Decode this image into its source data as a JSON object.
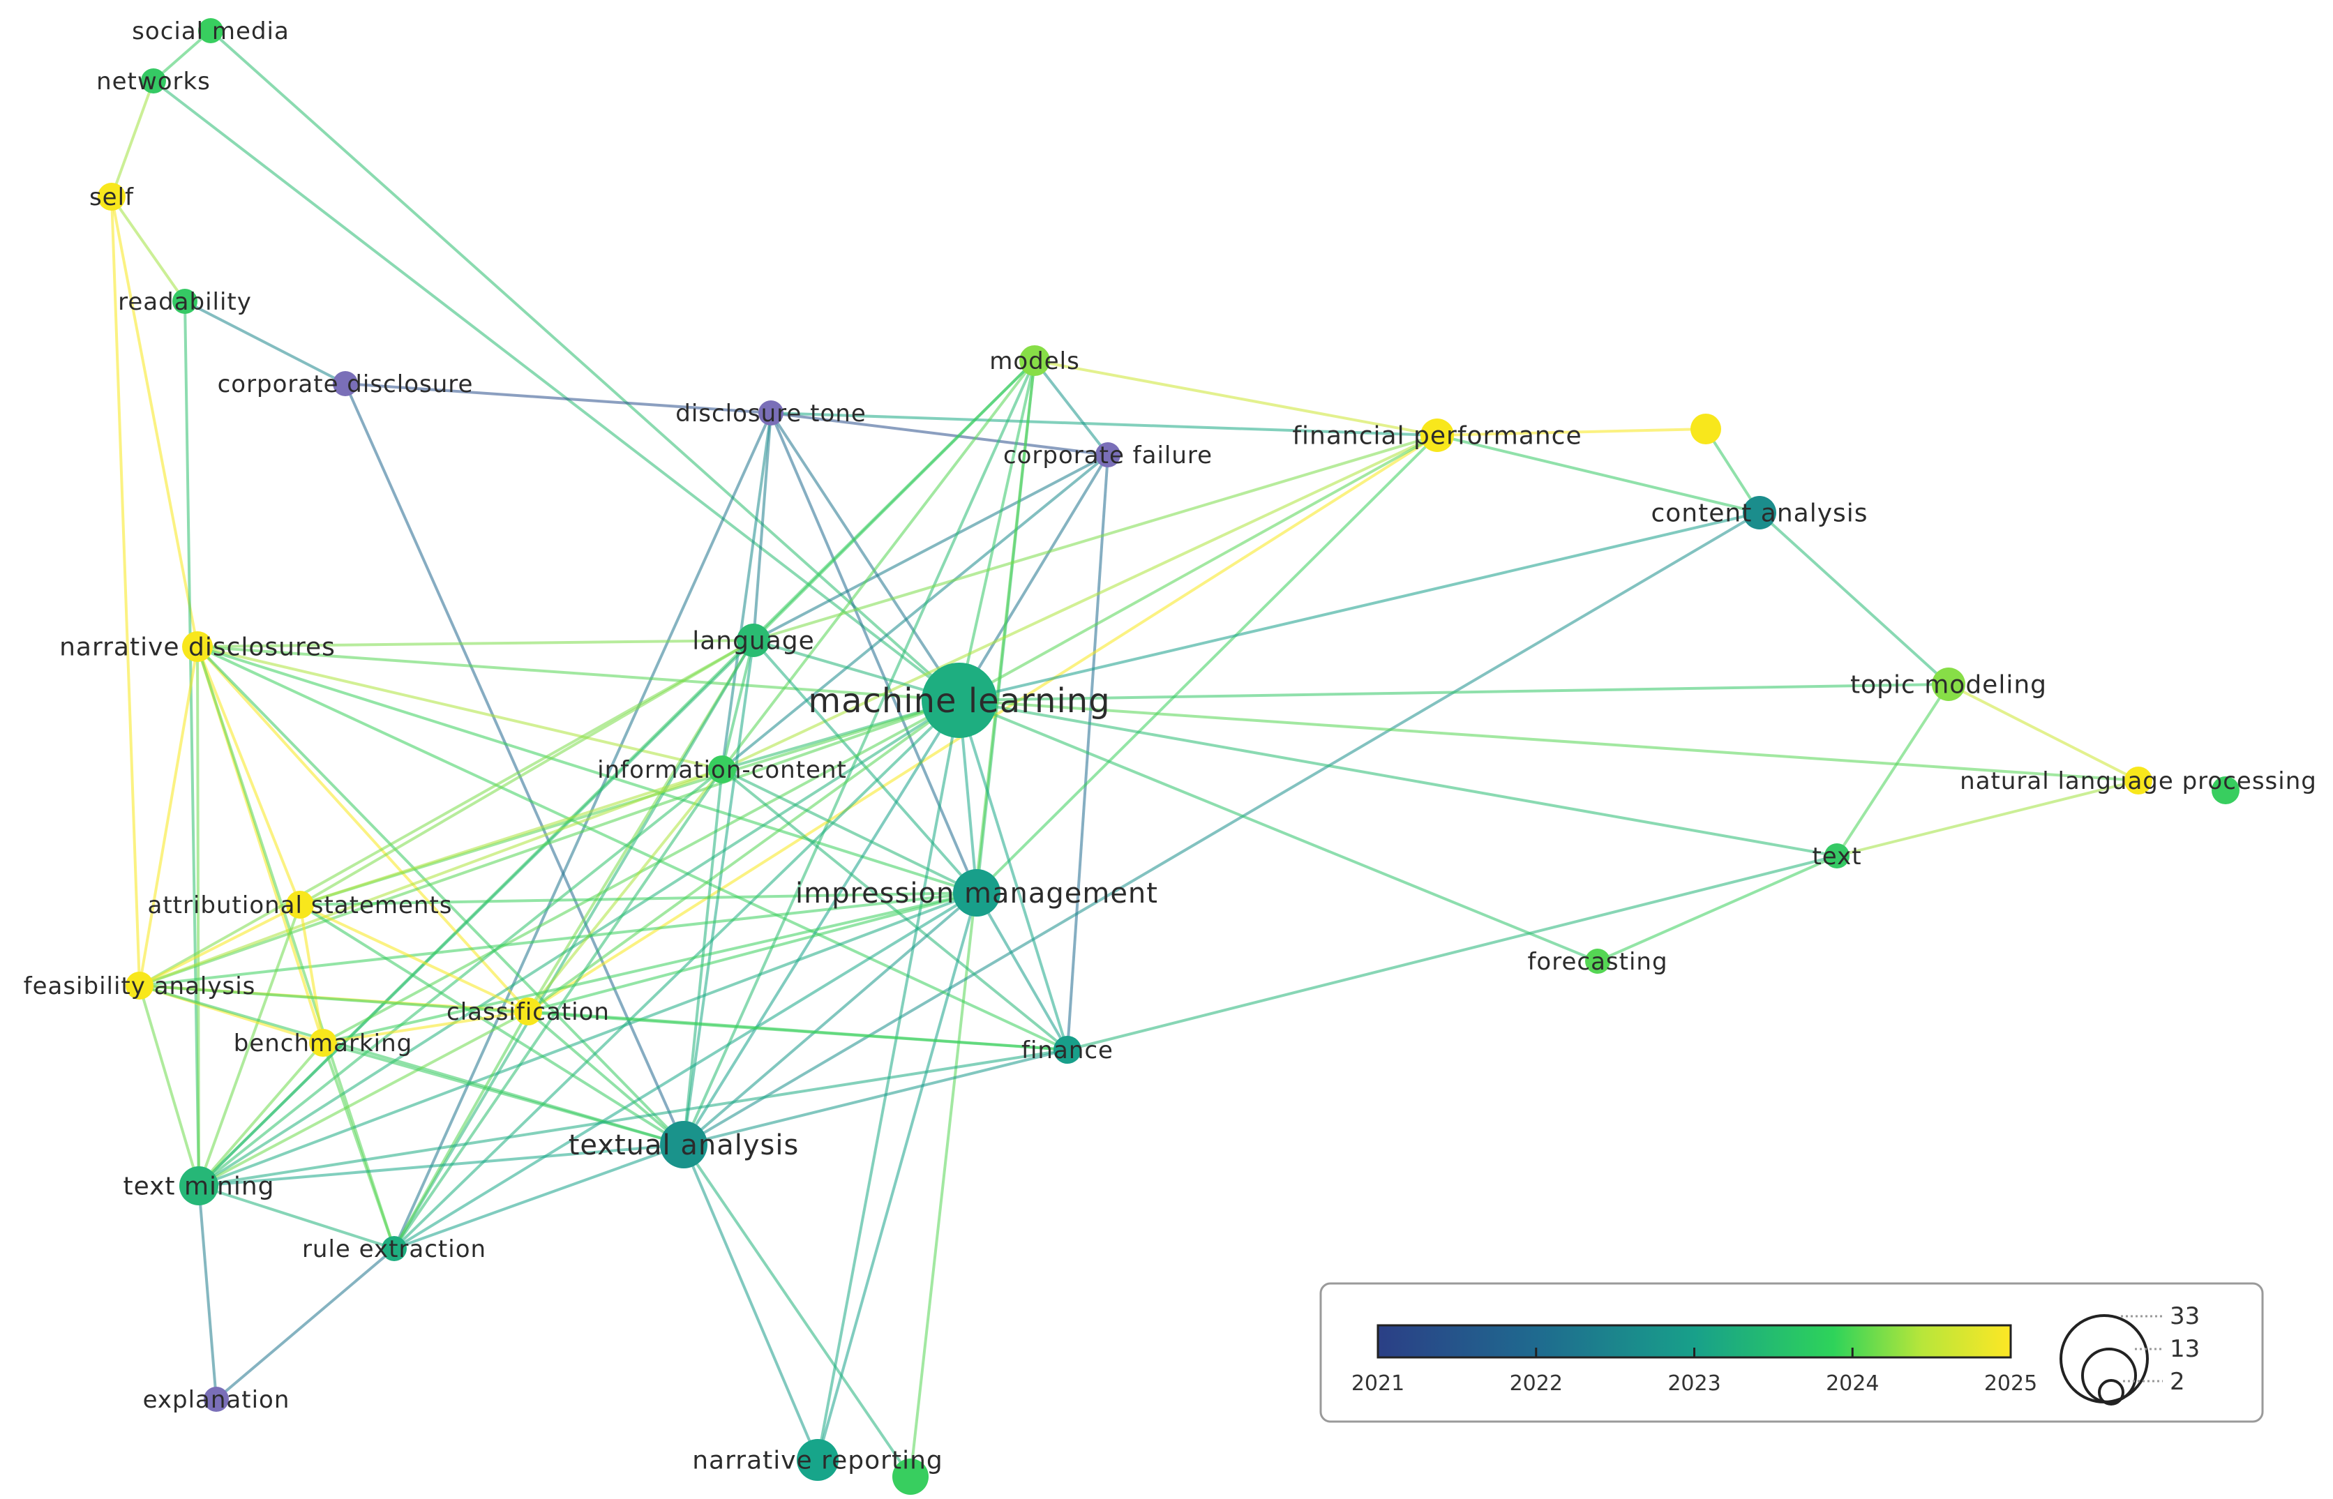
{
  "colors": {
    "2021": "#2f4b8c",
    "2022": "#22698f",
    "2023": "#17a58a",
    "2024": "#34c95f",
    "2025": "#f8e71c",
    "purple_node": "#7a6fb8"
  },
  "nodes": [
    {
      "id": "social_media",
      "label": "social media",
      "year": 2023.9
    },
    {
      "id": "networks",
      "label": "networks",
      "year": 2023.8
    },
    {
      "id": "self",
      "label": "self",
      "year": 2025
    },
    {
      "id": "readability",
      "label": "readability",
      "year": 2023.8
    },
    {
      "id": "corporate_disclosure",
      "label": "corporate disclosure",
      "year": 2021.2
    },
    {
      "id": "disclosure_tone",
      "label": "disclosure tone",
      "year": 2021.2
    },
    {
      "id": "corporate_failure",
      "label": "corporate failure",
      "year": 2021.2
    },
    {
      "id": "models",
      "label": "models",
      "year": 2024.3
    },
    {
      "id": "financial_performance",
      "label": "financial performance",
      "year": 2025
    },
    {
      "id": "unlabeled_yellow",
      "label": "",
      "year": 2025
    },
    {
      "id": "content_analysis",
      "label": "content analysis",
      "year": 2022.6
    },
    {
      "id": "narrative_disclosures",
      "label": "narrative disclosures",
      "year": 2025
    },
    {
      "id": "language",
      "label": "language",
      "year": 2023.5
    },
    {
      "id": "machine_learning",
      "label": "machine learning",
      "year": 2023.2
    },
    {
      "id": "topic_modeling",
      "label": "topic modeling",
      "year": 2024.3
    },
    {
      "id": "information_content",
      "label": "information-content",
      "year": 2023.9
    },
    {
      "id": "natural_language_processing",
      "label": "natural language processing",
      "year": 2025
    },
    {
      "id": "nlp_green",
      "label": "",
      "year": 2023.9
    },
    {
      "id": "text",
      "label": "text",
      "year": 2023.8
    },
    {
      "id": "attributional_statements",
      "label": "attributional statements",
      "year": 2025
    },
    {
      "id": "impression_management",
      "label": "impression management",
      "year": 2022.9
    },
    {
      "id": "forecasting",
      "label": "forecasting",
      "year": 2024.1
    },
    {
      "id": "feasibility_analysis",
      "label": "feasibility analysis",
      "year": 2025
    },
    {
      "id": "classification",
      "label": "classification",
      "year": 2025
    },
    {
      "id": "benchmarking",
      "label": "benchmarking",
      "year": 2025
    },
    {
      "id": "finance",
      "label": "finance",
      "year": 2022.9
    },
    {
      "id": "textual_analysis",
      "label": "textual analysis",
      "year": 2022.7
    },
    {
      "id": "text_mining",
      "label": "text mining",
      "year": 2023.4
    },
    {
      "id": "rule_extraction",
      "label": "rule extraction",
      "year": 2023.2
    },
    {
      "id": "explanation",
      "label": "explanation",
      "year": 2021.2
    },
    {
      "id": "narrative_reporting",
      "label": "narrative reporting",
      "year": 2023.0
    },
    {
      "id": "narrative_reporting_green",
      "label": "",
      "year": 2023.9
    }
  ],
  "edges": [
    [
      "social_media",
      "networks"
    ],
    [
      "social_media",
      "machine_learning"
    ],
    [
      "networks",
      "self"
    ],
    [
      "networks",
      "machine_learning"
    ],
    [
      "self",
      "readability"
    ],
    [
      "self",
      "narrative_disclosures"
    ],
    [
      "self",
      "feasibility_analysis"
    ],
    [
      "readability",
      "corporate_disclosure"
    ],
    [
      "readability",
      "text_mining"
    ],
    [
      "corporate_disclosure",
      "disclosure_tone"
    ],
    [
      "corporate_disclosure",
      "textual_analysis"
    ],
    [
      "disclosure_tone",
      "corporate_failure"
    ],
    [
      "disclosure_tone",
      "financial_performance"
    ],
    [
      "disclosure_tone",
      "language"
    ],
    [
      "disclosure_tone",
      "information_content"
    ],
    [
      "disclosure_tone",
      "machine_learning"
    ],
    [
      "disclosure_tone",
      "impression_management"
    ],
    [
      "disclosure_tone",
      "rule_extraction"
    ],
    [
      "corporate_failure",
      "models"
    ],
    [
      "corporate_failure",
      "language"
    ],
    [
      "corporate_failure",
      "machine_learning"
    ],
    [
      "corporate_failure",
      "finance"
    ],
    [
      "corporate_failure",
      "information_content"
    ],
    [
      "models",
      "financial_performance"
    ],
    [
      "models",
      "language"
    ],
    [
      "models",
      "machine_learning"
    ],
    [
      "models",
      "impression_management"
    ],
    [
      "models",
      "information_content"
    ],
    [
      "models",
      "textual_analysis"
    ],
    [
      "models",
      "narrative_reporting_green"
    ],
    [
      "models",
      "text_mining"
    ],
    [
      "financial_performance",
      "unlabeled_yellow"
    ],
    [
      "financial_performance",
      "content_analysis"
    ],
    [
      "financial_performance",
      "information_content"
    ],
    [
      "financial_performance",
      "language"
    ],
    [
      "financial_performance",
      "impression_management"
    ],
    [
      "financial_performance",
      "classification"
    ],
    [
      "financial_performance",
      "machine_learning"
    ],
    [
      "unlabeled_yellow",
      "content_analysis"
    ],
    [
      "content_analysis",
      "topic_modeling"
    ],
    [
      "content_analysis",
      "machine_learning"
    ],
    [
      "content_analysis",
      "textual_analysis"
    ],
    [
      "topic_modeling",
      "natural_language_processing"
    ],
    [
      "topic_modeling",
      "text"
    ],
    [
      "topic_modeling",
      "machine_learning"
    ],
    [
      "natural_language_processing",
      "text"
    ],
    [
      "natural_language_processing",
      "machine_learning"
    ],
    [
      "text",
      "machine_learning"
    ],
    [
      "text",
      "forecasting"
    ],
    [
      "text",
      "finance"
    ],
    [
      "forecasting",
      "machine_learning"
    ],
    [
      "narrative_disclosures",
      "language"
    ],
    [
      "narrative_disclosures",
      "machine_learning"
    ],
    [
      "narrative_disclosures",
      "information_content"
    ],
    [
      "narrative_disclosures",
      "impression_management"
    ],
    [
      "narrative_disclosures",
      "attributional_statements"
    ],
    [
      "narrative_disclosures",
      "feasibility_analysis"
    ],
    [
      "narrative_disclosures",
      "benchmarking"
    ],
    [
      "narrative_disclosures",
      "classification"
    ],
    [
      "narrative_disclosures",
      "textual_analysis"
    ],
    [
      "narrative_disclosures",
      "text_mining"
    ],
    [
      "narrative_disclosures",
      "rule_extraction"
    ],
    [
      "narrative_disclosures",
      "finance"
    ],
    [
      "language",
      "machine_learning"
    ],
    [
      "language",
      "information_content"
    ],
    [
      "language",
      "impression_management"
    ],
    [
      "language",
      "textual_analysis"
    ],
    [
      "language",
      "text_mining"
    ],
    [
      "language",
      "attributional_statements"
    ],
    [
      "language",
      "classification"
    ],
    [
      "language",
      "rule_extraction"
    ],
    [
      "language",
      "feasibility_analysis"
    ],
    [
      "machine_learning",
      "information_content"
    ],
    [
      "machine_learning",
      "impression_management"
    ],
    [
      "machine_learning",
      "textual_analysis"
    ],
    [
      "machine_learning",
      "text_mining"
    ],
    [
      "machine_learning",
      "finance"
    ],
    [
      "machine_learning",
      "attributional_statements"
    ],
    [
      "machine_learning",
      "classification"
    ],
    [
      "machine_learning",
      "benchmarking"
    ],
    [
      "machine_learning",
      "rule_extraction"
    ],
    [
      "machine_learning",
      "narrative_reporting"
    ],
    [
      "machine_learning",
      "feasibility_analysis"
    ],
    [
      "information_content",
      "impression_management"
    ],
    [
      "information_content",
      "textual_analysis"
    ],
    [
      "information_content",
      "text_mining"
    ],
    [
      "information_content",
      "attributional_statements"
    ],
    [
      "information_content",
      "feasibility_analysis"
    ],
    [
      "information_content",
      "classification"
    ],
    [
      "information_content",
      "rule_extraction"
    ],
    [
      "information_content",
      "finance"
    ],
    [
      "impression_management",
      "textual_analysis"
    ],
    [
      "impression_management",
      "finance"
    ],
    [
      "impression_management",
      "text_mining"
    ],
    [
      "impression_management",
      "feasibility_analysis"
    ],
    [
      "impression_management",
      "attributional_statements"
    ],
    [
      "impression_management",
      "classification"
    ],
    [
      "impression_management",
      "benchmarking"
    ],
    [
      "impression_management",
      "rule_extraction"
    ],
    [
      "impression_management",
      "narrative_reporting"
    ],
    [
      "attributional_statements",
      "feasibility_analysis"
    ],
    [
      "attributional_statements",
      "benchmarking"
    ],
    [
      "attributional_statements",
      "classification"
    ],
    [
      "attributional_statements",
      "textual_analysis"
    ],
    [
      "attributional_statements",
      "text_mining"
    ],
    [
      "feasibility_analysis",
      "benchmarking"
    ],
    [
      "feasibility_analysis",
      "classification"
    ],
    [
      "feasibility_analysis",
      "text_mining"
    ],
    [
      "feasibility_analysis",
      "finance"
    ],
    [
      "feasibility_analysis",
      "textual_analysis"
    ],
    [
      "classification",
      "benchmarking"
    ],
    [
      "classification",
      "textual_analysis"
    ],
    [
      "classification",
      "finance"
    ],
    [
      "classification",
      "text_mining"
    ],
    [
      "classification",
      "rule_extraction"
    ],
    [
      "benchmarking",
      "textual_analysis"
    ],
    [
      "benchmarking",
      "text_mining"
    ],
    [
      "benchmarking",
      "rule_extraction"
    ],
    [
      "finance",
      "textual_analysis"
    ],
    [
      "finance",
      "text_mining"
    ],
    [
      "textual_analysis",
      "text_mining"
    ],
    [
      "textual_analysis",
      "rule_extraction"
    ],
    [
      "textual_analysis",
      "narrative_reporting"
    ],
    [
      "textual_analysis",
      "narrative_reporting_green"
    ],
    [
      "text_mining",
      "rule_extraction"
    ],
    [
      "text_mining",
      "explanation"
    ],
    [
      "rule_extraction",
      "explanation"
    ]
  ],
  "legend": {
    "ticks": [
      "2021",
      "2022",
      "2023",
      "2024",
      "2025"
    ],
    "size_labels": [
      "33",
      "13",
      "2"
    ]
  }
}
